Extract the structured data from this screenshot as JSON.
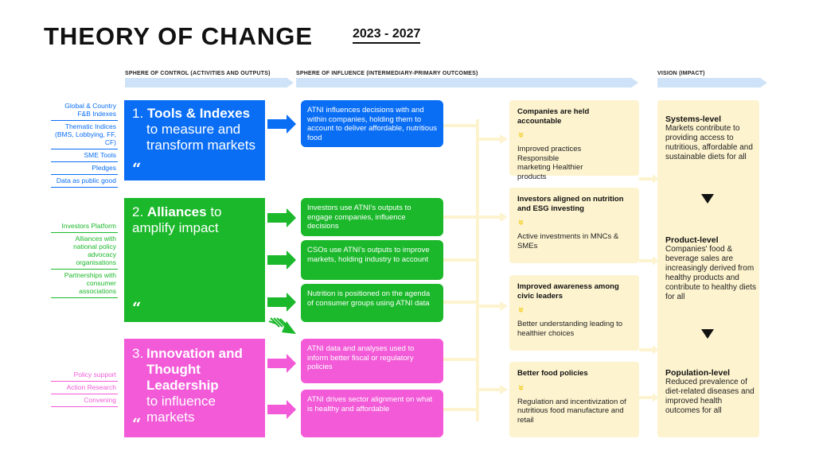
{
  "title": "THEORY OF CHANGE",
  "years": "2023 - 2027",
  "spheres": {
    "control": "SPHERE OF CONTROL (ACTIVITIES AND OUTPUTS)",
    "influence": "SPHERE OF INFLUENCE (INTERMEDIARY-PRIMARY OUTCOMES)",
    "vision": "VISION (IMPACT)"
  },
  "colors": {
    "blue": "#0a6ef5",
    "green": "#1ab82a",
    "pink": "#f25ad8",
    "yellow": "#fdf3cf",
    "chevron": "#f4cc1a",
    "arrow_light": "#cfe3f8"
  },
  "side_lists": {
    "tools": [
      "Global & Country F&B Indexes",
      "Thematic Indices (BMS, Lobbying, FF, CF)",
      "SME Tools",
      "Pledges",
      "Data as public good"
    ],
    "alliances": [
      "Investors Platform",
      "Alliances with national policy advocacy organisations",
      "Partnerships with consumer associations"
    ],
    "innovation": [
      "Policy support",
      "Action Research",
      "Convening"
    ]
  },
  "pillars": {
    "tools": {
      "num": "1.",
      "bold": "Tools & Indexes",
      "rest": "to measure and transform markets"
    },
    "alliances": {
      "num": "2.",
      "bold": "Alliances",
      "rest": "to amplify impact"
    },
    "innovation": {
      "num": "3.",
      "bold": "Innovation and Thought Leadership",
      "rest": "to influence markets"
    },
    "quote_mark": "“"
  },
  "influence": {
    "tools_1": "ATNI influences decisions with and within companies, holding them to account to deliver affordable, nutritious food",
    "alliances_1": "Investors use ATNI's outputs to engage companies, influence decisions",
    "alliances_2": "CSOs use ATNI's outputs to improve markets, holding industry to account",
    "alliances_3": "Nutrition is positioned on the agenda of consumer groups using ATNI data",
    "innovation_1": "ATNI data and analyses used to inform better fiscal or regulatory policies",
    "innovation_2": "ATNI drives sector alignment on what is healthy and affordable"
  },
  "outcomes": [
    {
      "title": "Companies are held accountable",
      "body": "Improved practices Responsible marketing Healthier products"
    },
    {
      "title": "Investors aligned on nutrition and ESG investing",
      "body": "Active investments in MNCs & SMEs"
    },
    {
      "title": "Improved awareness among civic leaders",
      "body": "Better understanding leading to healthier choices"
    },
    {
      "title": "Better food policies",
      "body": "Regulation and incentivization of nutritious food manufacture and retail"
    }
  ],
  "vision": [
    {
      "title": "Systems-level",
      "body": "Markets contribute to providing access to nutritious, affordable and sustainable diets for all"
    },
    {
      "title": "Product-level",
      "body": "Companies' food & beverage sales are increasingly derived from healthy products and contribute to healthy diets for all"
    },
    {
      "title": "Population-level",
      "body": "Reduced prevalence of diet-related diseases and improved health outcomes for all"
    }
  ],
  "chevron_glyph": "»"
}
